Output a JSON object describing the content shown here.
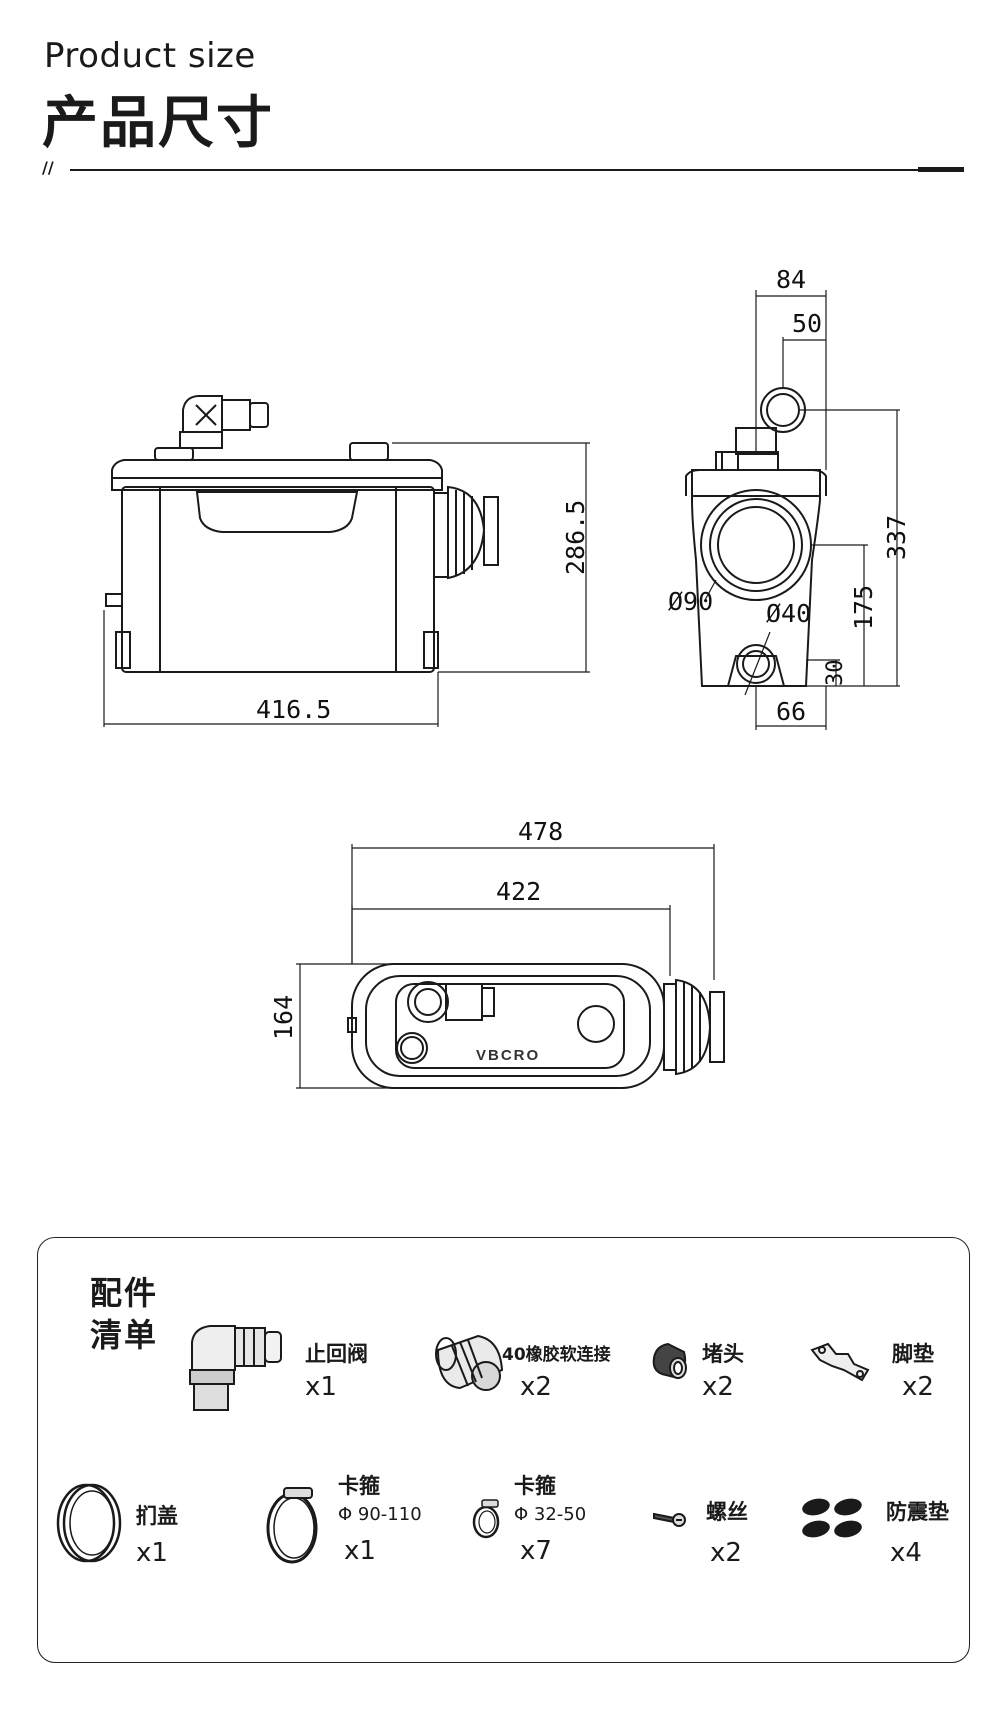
{
  "header": {
    "title_en": "Product size",
    "title_cn": "产品尺寸",
    "mark": "//"
  },
  "dimensions": {
    "width": "416.5",
    "height": "286.5",
    "side_top": "84",
    "side_inner": "50",
    "side_height": "337",
    "side_mid": "175",
    "side_low": "30",
    "side_bottom": "66",
    "dia_90": "Ø90",
    "dia_40": "Ø40",
    "top_len": "478",
    "top_inner": "422",
    "top_depth": "164",
    "brand": "VBCRO"
  },
  "accessories": {
    "title_line1": "配件",
    "title_line2": "清单",
    "items": [
      {
        "name": "止回阀",
        "qty": "x1",
        "icon": "check-valve-icon"
      },
      {
        "name": "40橡胶软连接",
        "qty": "x2",
        "icon": "rubber-hose-icon"
      },
      {
        "name": "堵头",
        "qty": "x2",
        "icon": "plug-icon"
      },
      {
        "name": "脚垫",
        "qty": "x2",
        "icon": "foot-bracket-icon"
      },
      {
        "name": "扪盖",
        "qty": "x1",
        "icon": "cap-ring-icon"
      },
      {
        "name": "卡箍",
        "spec": "Φ 90-110",
        "qty": "x1",
        "icon": "large-clamp-icon"
      },
      {
        "name": "卡箍",
        "spec": "Φ 32-50",
        "qty": "x7",
        "icon": "small-clamp-icon"
      },
      {
        "name": "螺丝",
        "qty": "x2",
        "icon": "screw-icon"
      },
      {
        "name": "防震垫",
        "qty": "x4",
        "icon": "damping-pad-icon"
      }
    ]
  },
  "colors": {
    "ink": "#1a1a1a",
    "background": "#ffffff"
  }
}
